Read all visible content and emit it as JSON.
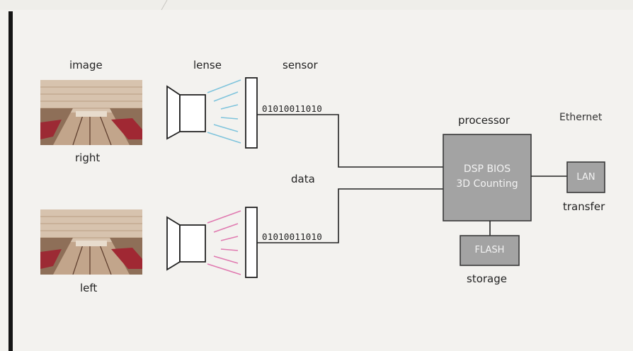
{
  "labels": {
    "image": "image",
    "lense": "lense",
    "sensor": "sensor",
    "right": "right",
    "left": "left",
    "data": "data",
    "processor": "processor",
    "ethernet": "Ethernet",
    "transfer": "transfer",
    "storage": "storage"
  },
  "bits": {
    "top": "01010011010",
    "bottom": "01010011010"
  },
  "processor": {
    "line1": "DSP BIOS",
    "line2": "3D Counting"
  },
  "lan": "LAN",
  "flash": "FLASH",
  "colors": {
    "box_fill": "#a3a3a3",
    "box_stroke": "#3a3a3a",
    "ray_top": "#7fc4dc",
    "ray_bottom": "#e07ab0",
    "left_rule": "#151515"
  }
}
